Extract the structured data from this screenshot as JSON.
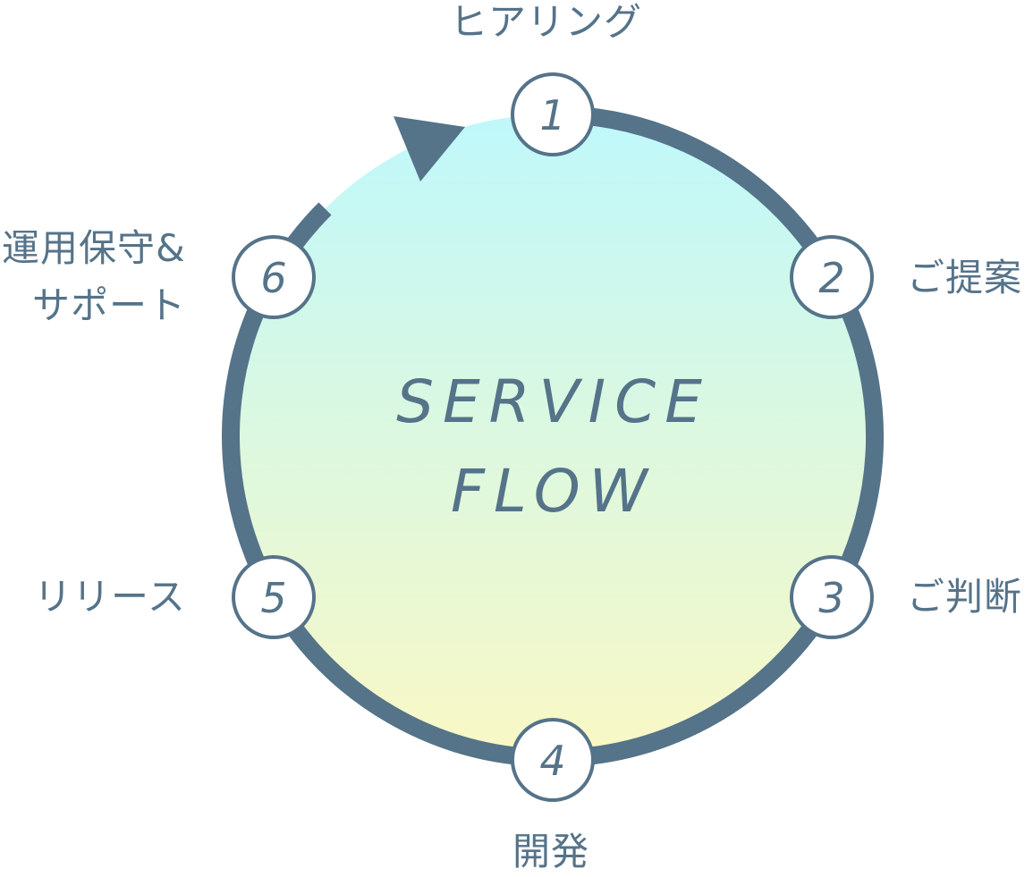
{
  "diagram": {
    "title_line1": "SERVICE",
    "title_line2": "FLOW",
    "colors": {
      "primary": "#557389",
      "gradient_top": "#bff8fb",
      "gradient_bottom": "#f9f8c5",
      "node_fill": "#ffffff"
    },
    "steps": [
      {
        "number": "1",
        "label": "ヒアリング"
      },
      {
        "number": "2",
        "label": "ご提案"
      },
      {
        "number": "3",
        "label": "ご判断"
      },
      {
        "number": "4",
        "label": "開発"
      },
      {
        "number": "5",
        "label": "リリース"
      },
      {
        "number": "6",
        "label_line1": "運用保守&",
        "label_line2": "サポート"
      }
    ],
    "direction": "clockwise"
  }
}
